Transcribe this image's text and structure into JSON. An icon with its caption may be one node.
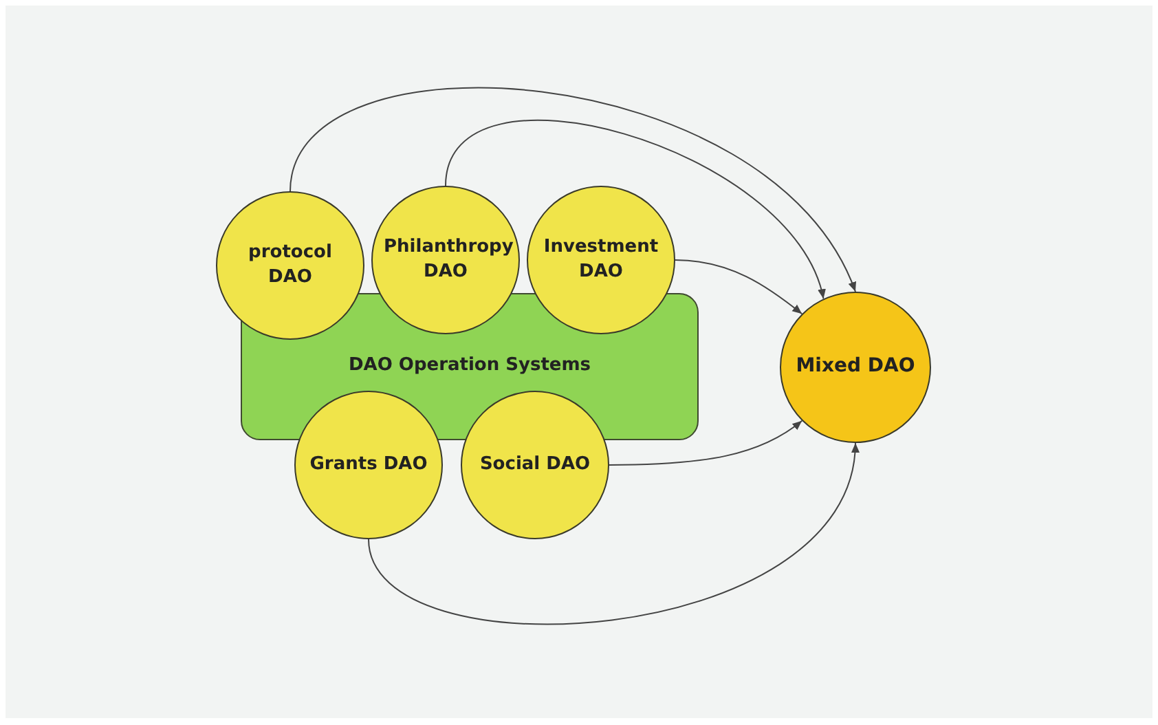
{
  "diagram": {
    "nodes": [
      {
        "text": [
          "protocol DAO"
        ]
      },
      {
        "text": [
          "Philanthropy DAO"
        ]
      },
      {
        "text": [
          "Investment DAO"
        ]
      },
      {
        "text": [
          "DAO Operation Systems"
        ]
      },
      {
        "text": [
          "Grants DAO"
        ]
      },
      {
        "text": [
          "Social DAO"
        ]
      },
      {
        "text": [
          "Mixed DAO"
        ]
      }
    ],
    "edges": [
      {
        "from": 0,
        "to": 6,
        "arrow": "to"
      },
      {
        "from": 1,
        "to": 6,
        "arrow": "to"
      },
      {
        "from": 2,
        "to": 6,
        "arrow": "to"
      },
      {
        "from": 5,
        "to": 6,
        "arrow": "to"
      },
      {
        "from": 4,
        "to": 6,
        "arrow": "to"
      }
    ]
  }
}
